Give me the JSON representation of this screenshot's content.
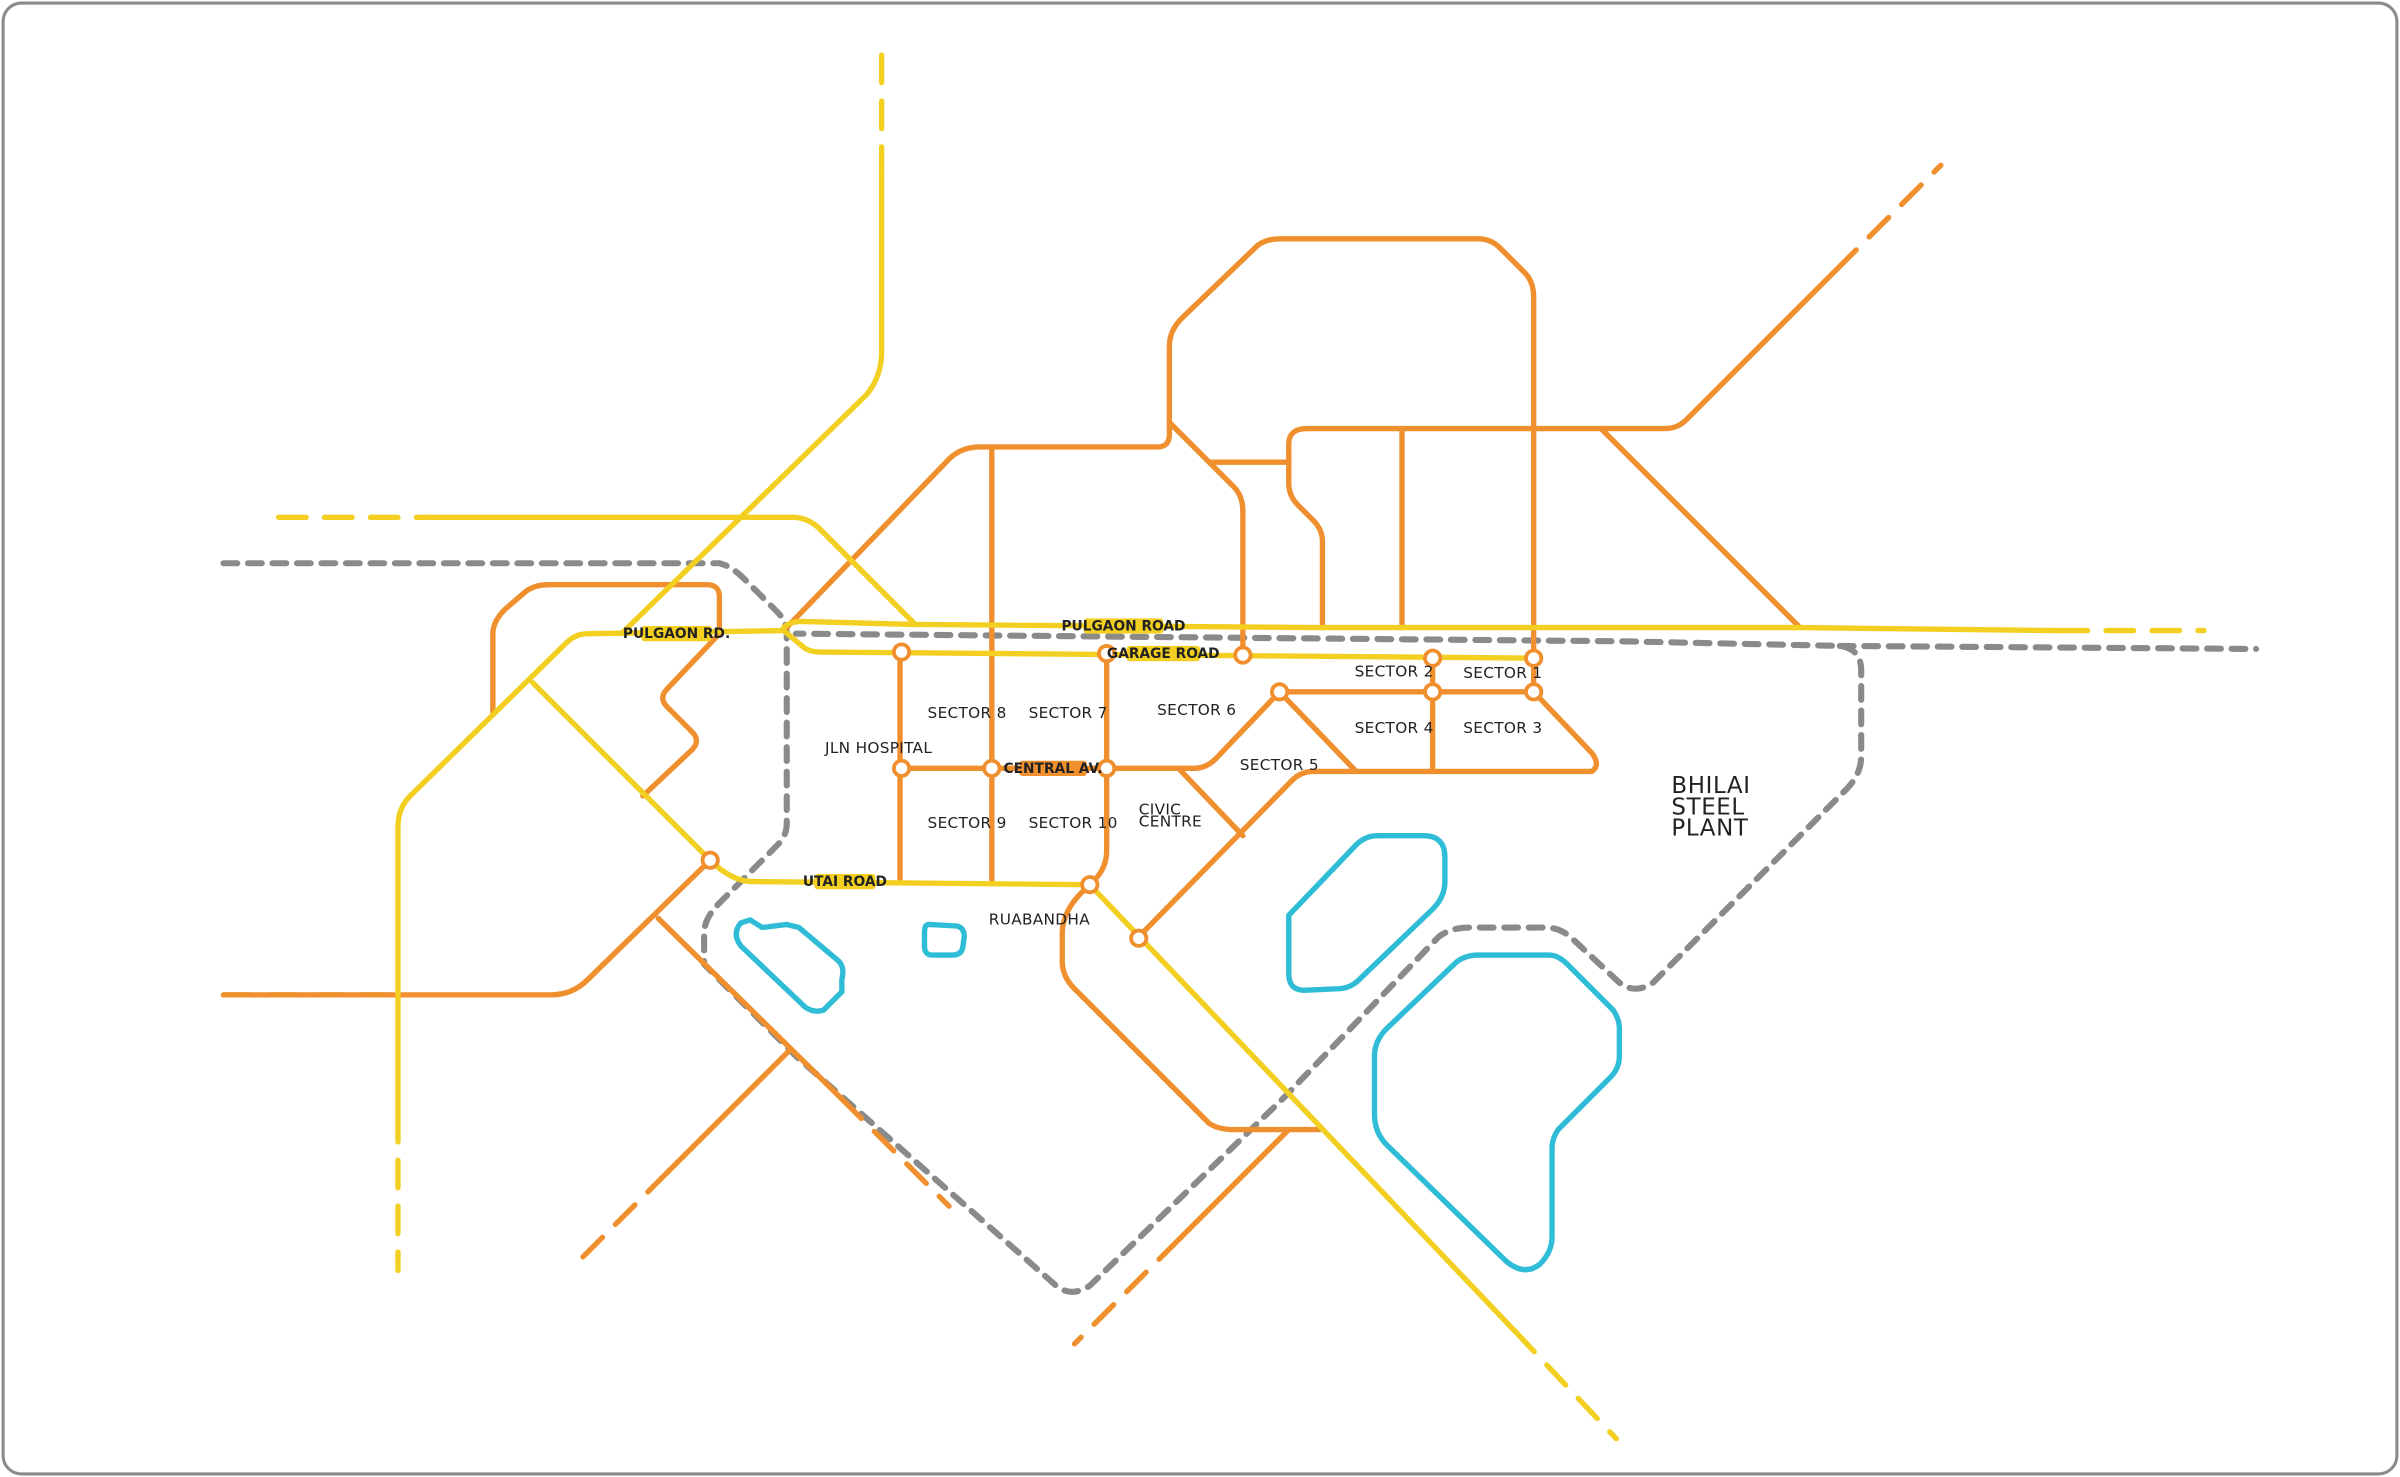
{
  "map": {
    "colors": {
      "major_road": "#f2cf20",
      "minor_road": "#ef8f2e",
      "railway": "#8a8a8a",
      "water": "#2fbcd6",
      "frame": "#8a8a8a",
      "junction_fill": "#ffffff",
      "label_text": "#222222"
    },
    "road_labels": {
      "pulgaon_rd": "PULGAON RD.",
      "pulgaon_road": "PULGAON ROAD",
      "garage_road": "GARAGE ROAD",
      "central_av": "CENTRAL AV.",
      "utai_road": "UTAI ROAD"
    },
    "area_labels": {
      "sector_1": "SECTOR 1",
      "sector_2": "SECTOR 2",
      "sector_3": "SECTOR 3",
      "sector_4": "SECTOR 4",
      "sector_5": "SECTOR 5",
      "sector_6": "SECTOR 6",
      "sector_7": "SECTOR 7",
      "sector_8": "SECTOR 8",
      "sector_9": "SECTOR 9",
      "sector_10": "SECTOR 10",
      "jln_hospital": "JLN HOSPITAL",
      "civic_centre": [
        "CIVIC",
        "CENTRE"
      ],
      "ruabandha": "RUABANDHA",
      "bhilai_steel_plant": [
        "BHILAI",
        "STEEL",
        "PLANT"
      ]
    }
  }
}
